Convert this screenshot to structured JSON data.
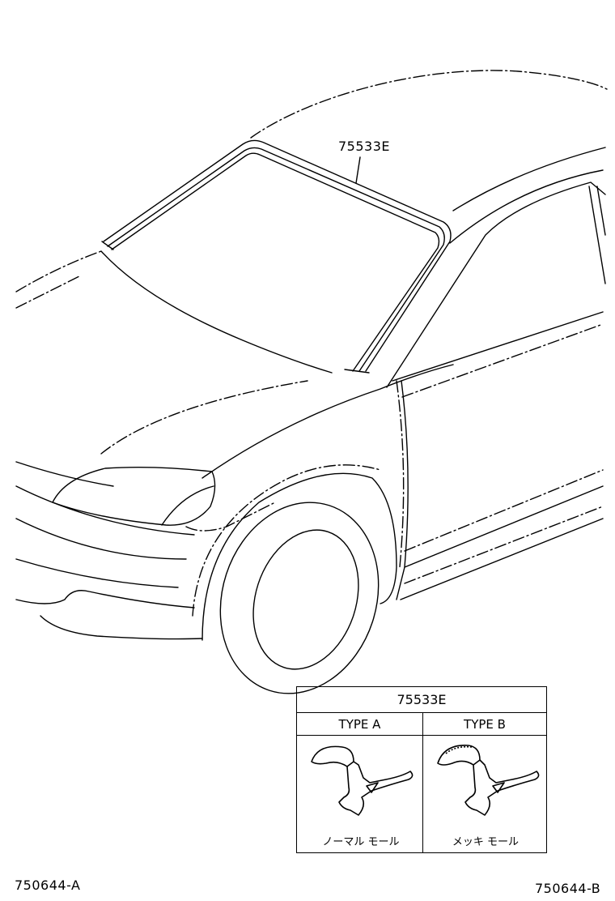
{
  "diagram": {
    "part_callout": "75533E",
    "inset": {
      "title": "75533E",
      "type_a": {
        "heading": "TYPE A",
        "caption": "ノーマル モール"
      },
      "type_b": {
        "heading": "TYPE B",
        "caption": "メッキ モール"
      }
    },
    "code_left": "750644-A",
    "code_right": "750644-B"
  }
}
